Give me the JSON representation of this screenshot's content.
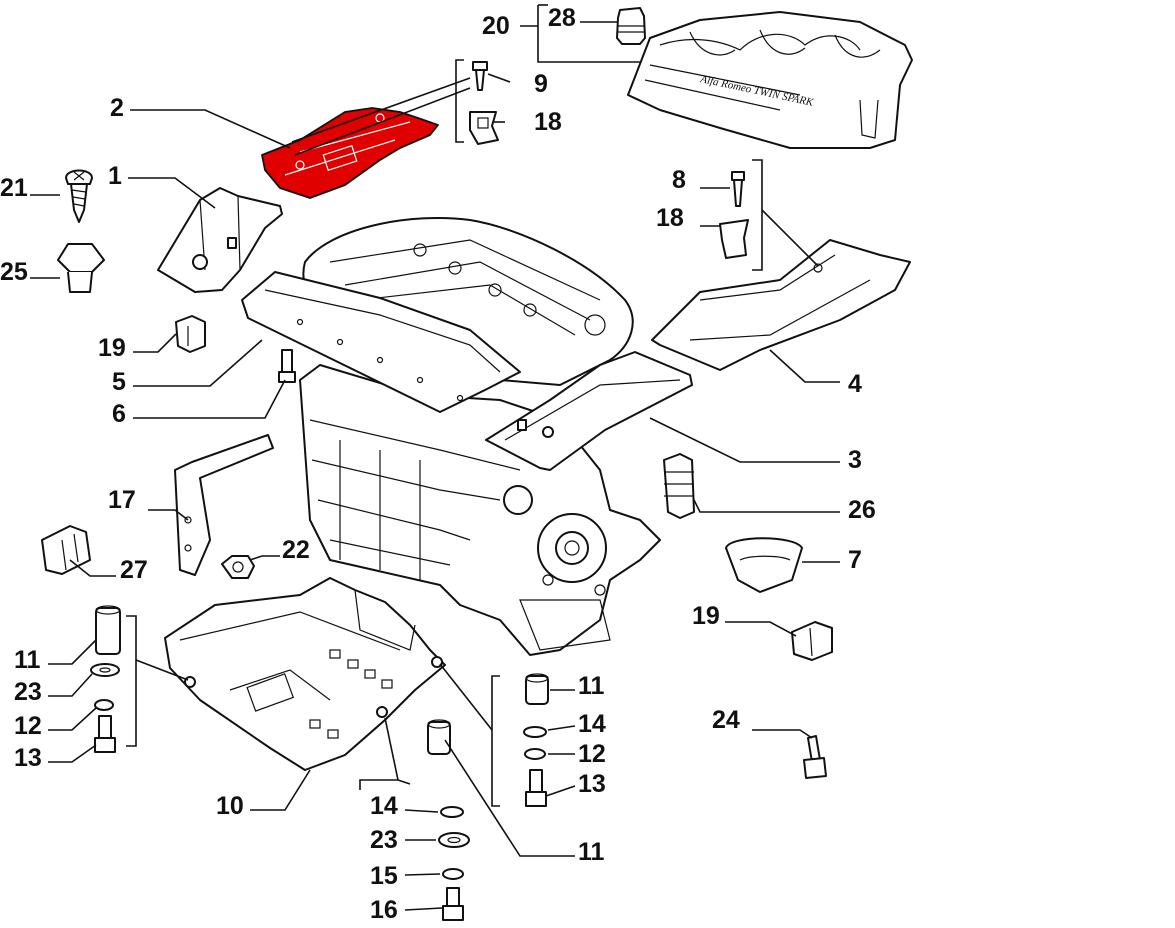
{
  "diagram": {
    "highlight_color": "#e00000",
    "line_color": "#111111",
    "background": "#ffffff",
    "callouts": {
      "c1": "1",
      "c2": "2",
      "c3": "3",
      "c4": "4",
      "c5": "5",
      "c6": "6",
      "c7": "7",
      "c8": "8",
      "c9": "9",
      "c10": "10",
      "c11a": "11",
      "c11b": "11",
      "c11c": "11",
      "c12a": "12",
      "c12b": "12",
      "c13a": "13",
      "c13b": "13",
      "c14a": "14",
      "c14b": "14",
      "c15": "15",
      "c16": "16",
      "c17": "17",
      "c18a": "18",
      "c18b": "18",
      "c19a": "19",
      "c19b": "19",
      "c20": "20",
      "c21": "21",
      "c22": "22",
      "c23a": "23",
      "c23b": "23",
      "c24": "24",
      "c25": "25",
      "c26": "26",
      "c27": "27",
      "c28": "28"
    },
    "engine_cover_lettering": "Alfa Romeo  TWIN SPARK"
  }
}
